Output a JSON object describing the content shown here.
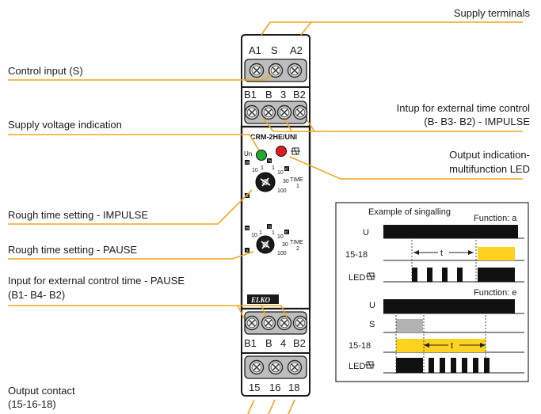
{
  "labels": {
    "supply_terminals": "Supply terminals",
    "control_input": "Control input (S)",
    "supply_voltage_indication": "Supply voltage indication",
    "external_time_control_line1": "Intup for external time control",
    "external_time_control_line2": "(B- B3- B2) - IMPULSE",
    "output_indication_line1": "Output indication-",
    "output_indication_line2": "multifunction LED",
    "rough_time_impulse": "Rough time setting - IMPULSE",
    "rough_time_pause": "Rough time setting - PAUSE",
    "external_control_pause_line1": "Input for external control time - PAUSE",
    "external_control_pause_line2": "(B1- B4- B2)",
    "output_contact_line1": "Output contact",
    "output_contact_line2": "(15-16-18)"
  },
  "device": {
    "model": "CRM-2HE/UNI",
    "brand": "ELKO",
    "top_terminals": [
      "A1",
      "S",
      "A2"
    ],
    "upper_b_terminals": [
      "B1",
      "B",
      "3",
      "B2"
    ],
    "lower_b_terminals": [
      "B1",
      "B",
      "4",
      "B2"
    ],
    "bottom_terminals": [
      "15",
      "16",
      "18"
    ],
    "un_label": "Un",
    "time_label": "TIME",
    "dial1_number": "1",
    "dial2_number": "2",
    "dial1_scale": [
      "10",
      "1",
      "1",
      "10",
      "30",
      "100"
    ],
    "dial2_scale": [
      "10",
      "1",
      "1",
      "10",
      "30",
      "100"
    ],
    "dial_unit_markers": [
      "m",
      "h",
      "d",
      "s"
    ],
    "un_led_color": "#22aa33",
    "out_led_color": "#e21b23",
    "accent_color": "#f2a51f"
  },
  "timing": {
    "title": "Example of singalling",
    "function_a_label": "Function: a",
    "function_e_label": "Function: e",
    "row_u": "U",
    "row_s": "S",
    "row_1518": "15-18",
    "row_led": "LED",
    "t_label": "t",
    "s_pulse_color": "#b3b3b3",
    "output_color": "#ffd21f"
  }
}
